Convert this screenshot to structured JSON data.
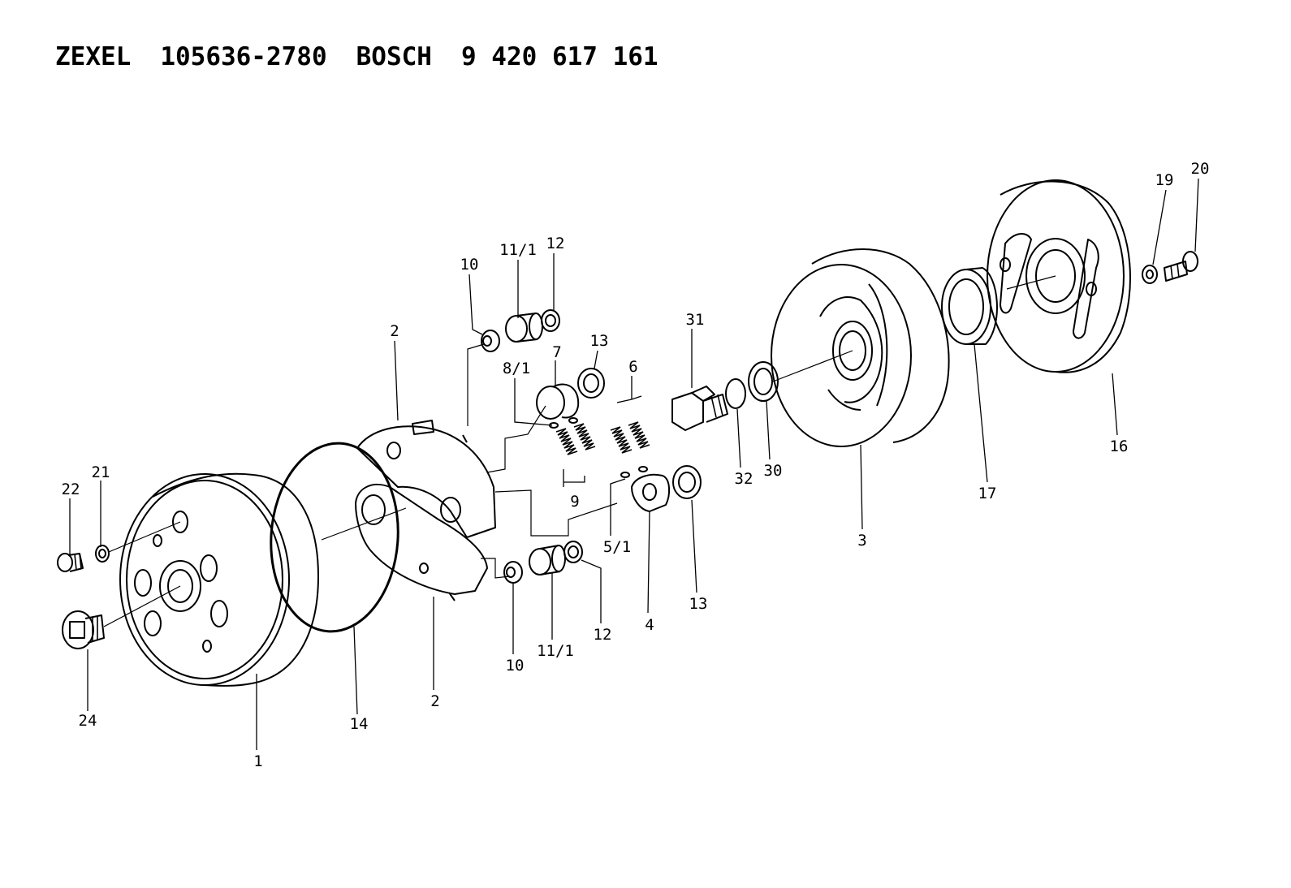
{
  "header": {
    "brand1": "ZEXEL",
    "part1": "105636-2780",
    "brand2": "BOSCH",
    "part2": "9 420 617 161"
  },
  "callouts": [
    {
      "id": "c-1",
      "text": "1"
    },
    {
      "id": "c-2a",
      "text": "2"
    },
    {
      "id": "c-2b",
      "text": "2"
    },
    {
      "id": "c-3",
      "text": "3"
    },
    {
      "id": "c-4",
      "text": "4"
    },
    {
      "id": "c-5-1",
      "text": "5/1"
    },
    {
      "id": "c-6",
      "text": "6"
    },
    {
      "id": "c-7",
      "text": "7"
    },
    {
      "id": "c-8-1",
      "text": "8/1"
    },
    {
      "id": "c-9",
      "text": "9"
    },
    {
      "id": "c-10a",
      "text": "10"
    },
    {
      "id": "c-10b",
      "text": "10"
    },
    {
      "id": "c-11-1a",
      "text": "11/1"
    },
    {
      "id": "c-11-1b",
      "text": "11/1"
    },
    {
      "id": "c-12a",
      "text": "12"
    },
    {
      "id": "c-12b",
      "text": "12"
    },
    {
      "id": "c-13a",
      "text": "13"
    },
    {
      "id": "c-13b",
      "text": "13"
    },
    {
      "id": "c-14",
      "text": "14"
    },
    {
      "id": "c-16",
      "text": "16"
    },
    {
      "id": "c-17",
      "text": "17"
    },
    {
      "id": "c-19",
      "text": "19"
    },
    {
      "id": "c-20",
      "text": "20"
    },
    {
      "id": "c-21",
      "text": "21"
    },
    {
      "id": "c-22",
      "text": "22"
    },
    {
      "id": "c-24",
      "text": "24"
    },
    {
      "id": "c-30",
      "text": "30"
    },
    {
      "id": "c-31",
      "text": "31"
    },
    {
      "id": "c-32",
      "text": "32"
    }
  ]
}
